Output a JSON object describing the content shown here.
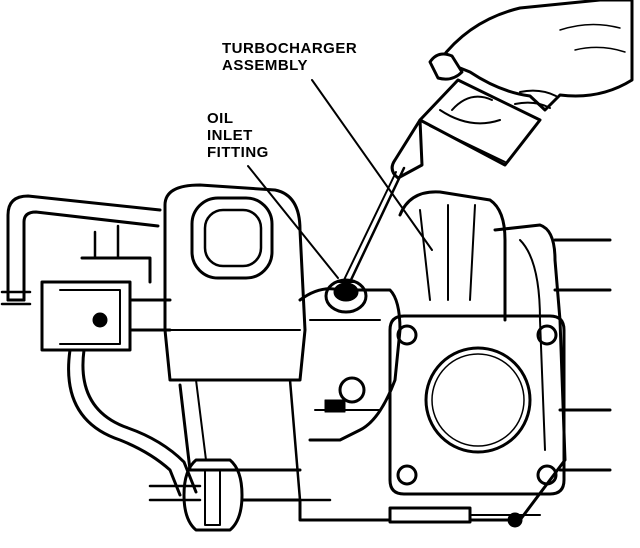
{
  "labels": {
    "turbocharger": [
      "TURBOCHARGER",
      "ASSEMBLY"
    ],
    "oil_inlet": [
      "OIL",
      "INLET",
      "FITTING"
    ]
  },
  "colors": {
    "ink": "#000000",
    "paper": "#ffffff"
  }
}
